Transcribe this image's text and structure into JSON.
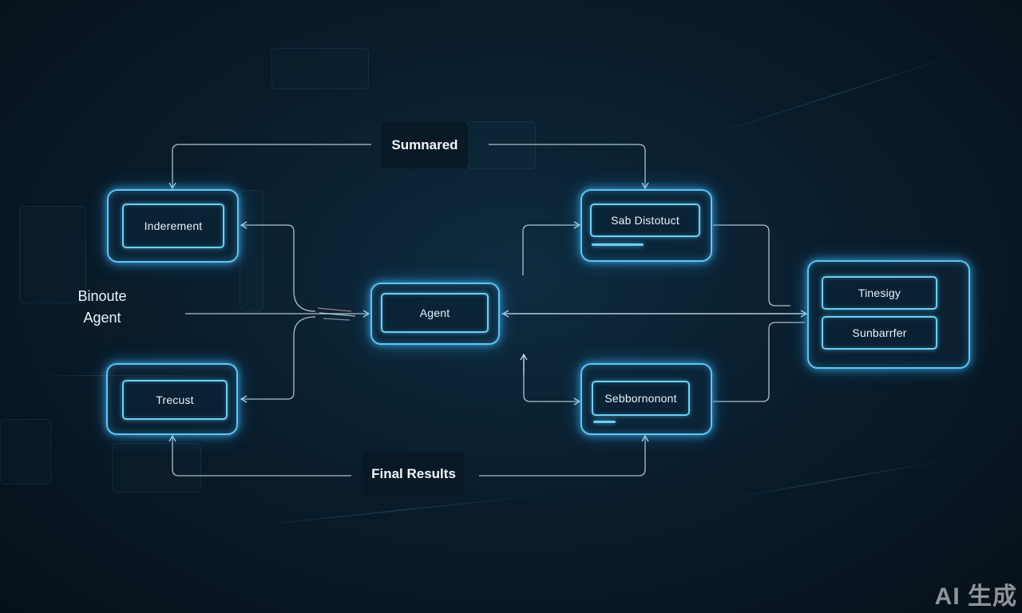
{
  "diagram": {
    "top_label": "Sumnared",
    "bottom_label": "Final Results",
    "side_label": [
      "Binoute",
      "Agent"
    ],
    "nodes": {
      "left_top": "Inderement",
      "center": "Agent",
      "left_bottom": "Trecust",
      "right_top": "Sab Distotuct",
      "right_bottom": "Sebbornonont",
      "right_stack": [
        "Tinesigy",
        "Sunbarrfer"
      ]
    }
  },
  "watermark": "AI 生成",
  "colors": {
    "glow": "#5cc6f4",
    "line": "#c9dde8",
    "background": "#0a1d2c"
  }
}
